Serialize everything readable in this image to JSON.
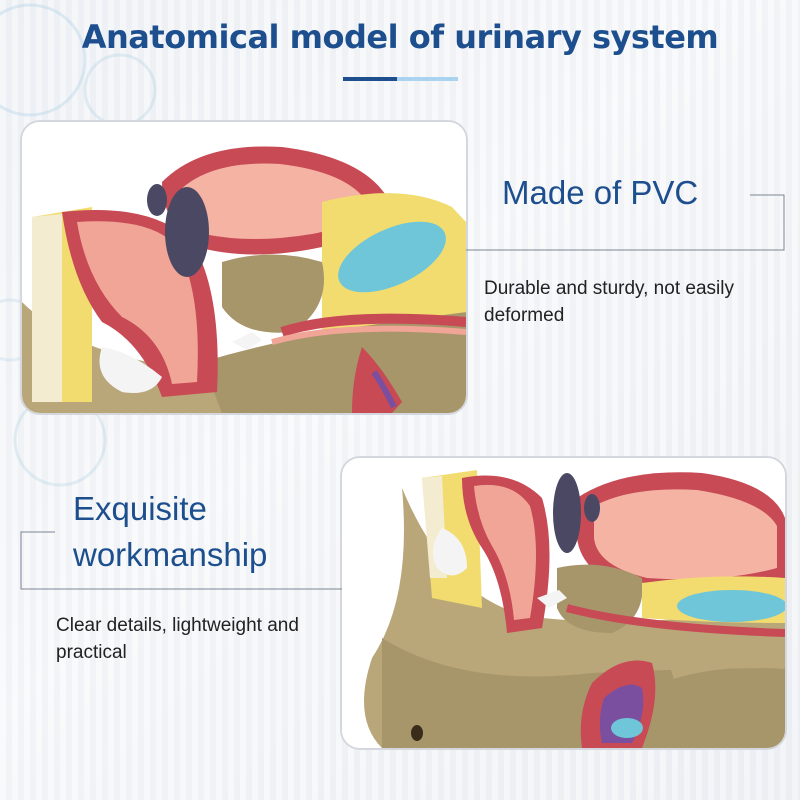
{
  "header": {
    "title": "Anatomical model of urinary system",
    "underline_colors": [
      "#1d4f8e",
      "#a9d3ef"
    ]
  },
  "features": [
    {
      "heading": "Made of PVC",
      "description": "Durable and sturdy, not easily deformed"
    },
    {
      "heading": "Exquisite workmanship",
      "description": "Clear details, lightweight and practical"
    }
  ],
  "colors": {
    "brand": "#1d4f8e",
    "accent": "#a9d3ef",
    "text": "#222222",
    "model_base": "#b9a679",
    "model_red": "#c84a55",
    "model_pink": "#f0a596",
    "model_fat": "#f2dc70",
    "model_blue": "#6ec6d8"
  }
}
